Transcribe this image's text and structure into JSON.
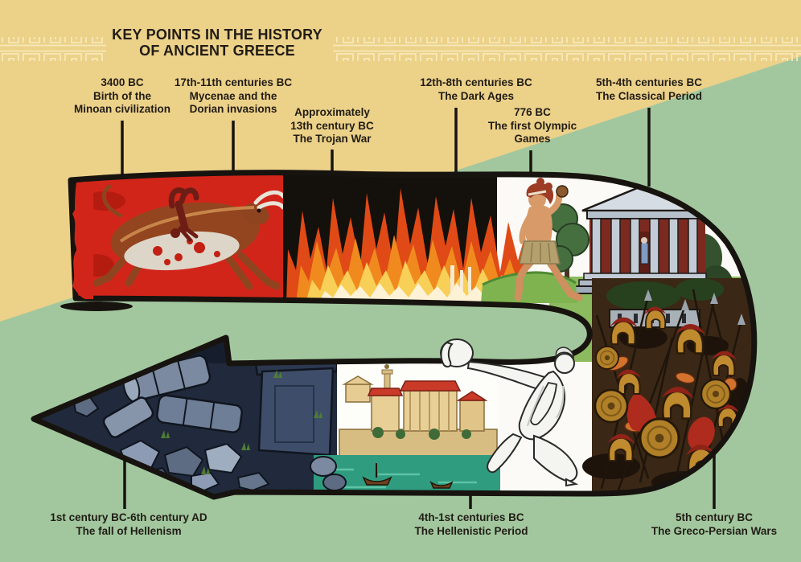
{
  "title": {
    "line1": "KEY POINTS IN THE HISTORY",
    "line2": "OF ANCIENT GREECE"
  },
  "decorations": {
    "border_pattern": "greek-key-meander"
  },
  "colors": {
    "background_tan": "#ecd189",
    "background_green": "#a2c79e",
    "ink": "#17130f",
    "minoan_red": "#d2251a",
    "flame_orange": "#e04a16",
    "bronze": "#c08a2e",
    "water_teal": "#2f9c80"
  },
  "events": [
    {
      "id": "minoan",
      "lines": [
        "3400 BC",
        "Birth of the",
        "Minoan civilization"
      ],
      "scene": "bull-leaping-fresco"
    },
    {
      "id": "mycenae",
      "lines": [
        "17th-11th centuries BC",
        "Mycenae and the",
        "Dorian invasions"
      ],
      "scene": "burning-flames"
    },
    {
      "id": "trojan-war",
      "lines": [
        "Approximately",
        "13th century BC",
        "The Trojan War"
      ],
      "scene": "burning-flames"
    },
    {
      "id": "dark-ages",
      "lines": [
        "12th-8th centuries BC",
        "The Dark Ages"
      ],
      "scene": "burning-flames"
    },
    {
      "id": "olympics",
      "lines": [
        "776 BC",
        "The first Olympic",
        "Games"
      ],
      "scene": "olympic-runner"
    },
    {
      "id": "classical",
      "lines": [
        "5th-4th centuries BC",
        "The Classical Period"
      ],
      "scene": "greek-temple"
    },
    {
      "id": "greco-persian",
      "lines": [
        "5th century BC",
        "The Greco-Persian Wars"
      ],
      "scene": "hoplite-battle"
    },
    {
      "id": "hellenistic",
      "lines": [
        "4th-1st centuries BC",
        "The Hellenistic Period"
      ],
      "scene": "harbor-city-and-discobolus"
    },
    {
      "id": "fall",
      "lines": [
        "1st century BC-6th century AD",
        "The fall of Hellenism"
      ],
      "scene": "ruined-columns"
    }
  ]
}
